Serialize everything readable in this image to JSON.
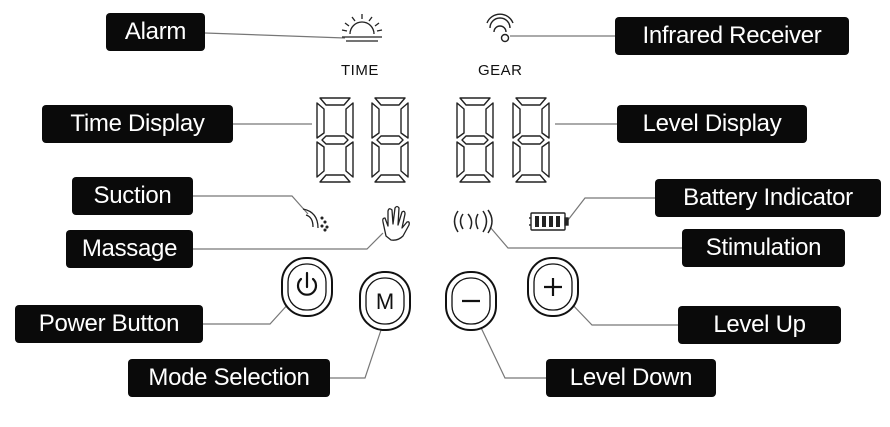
{
  "labels": {
    "alarm": "Alarm",
    "infrared_receiver": "Infrared Receiver",
    "time_display": "Time Display",
    "level_display": "Level Display",
    "suction": "Suction",
    "battery_indicator": "Battery Indicator",
    "massage": "Massage",
    "stimulation": "Stimulation",
    "power_button": "Power Button",
    "level_up": "Level Up",
    "mode_selection": "Mode Selection",
    "level_down": "Level Down"
  },
  "display": {
    "time_caption": "TIME",
    "gear_caption": "GEAR",
    "mode_button_glyph": "M"
  },
  "colors": {
    "label_bg": "#0a0a0a",
    "label_text": "#ffffff",
    "line": "#777777",
    "icon": "#222222"
  },
  "icons": {
    "alarm": "sunrise-icon",
    "infrared": "wifi-signal-icon",
    "suction": "suction-icon",
    "massage": "hand-icon",
    "stimulation": "vibration-icon",
    "battery": "battery-icon",
    "power": "power-icon",
    "plus": "plus-icon",
    "minus": "minus-icon"
  }
}
